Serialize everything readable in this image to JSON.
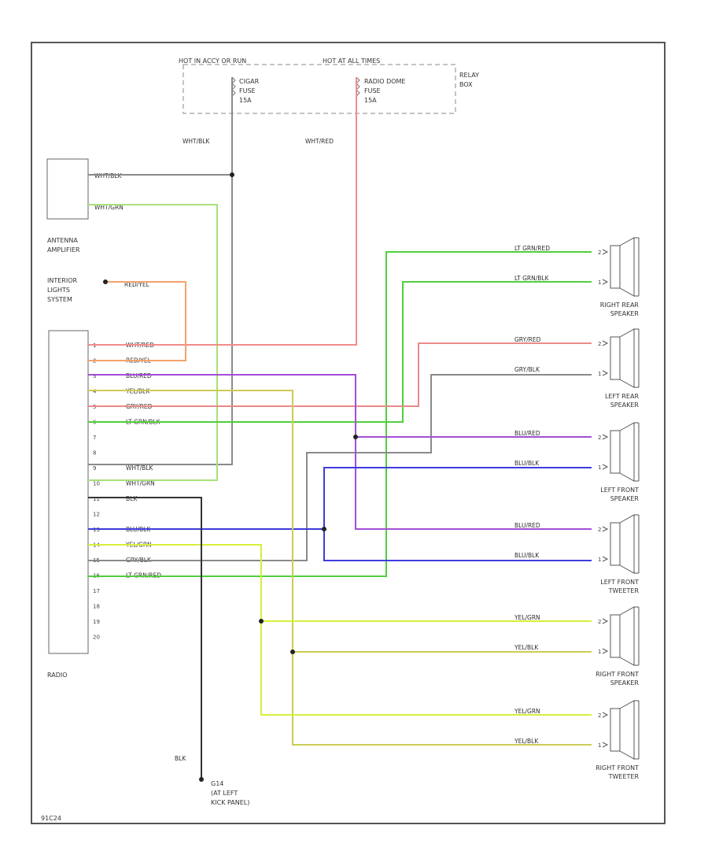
{
  "fuse_box": {
    "left_header": "HOT IN ACCY OR RUN",
    "right_header": "HOT AT ALL TIMES",
    "label_lines": [
      "RELAY",
      "BOX"
    ],
    "fuse_left_lines": [
      "CIGAR",
      "FUSE",
      "15A"
    ],
    "fuse_right_lines": [
      "RADIO DOME",
      "FUSE",
      "15A"
    ],
    "wire_left": "WHT/BLK",
    "wire_right": "WHT/RED"
  },
  "antenna": {
    "label_lines": [
      "ANTENNA",
      "AMPLIFIER"
    ],
    "wire_top": "WHT/BLK",
    "wire_bottom": "WHT/GRN"
  },
  "interior": {
    "label_lines": [
      "INTERIOR",
      "LIGHTS",
      "SYSTEM"
    ],
    "wire": "RED/YEL"
  },
  "radio": {
    "label": "RADIO",
    "pins": [
      {
        "num": "1",
        "wire": "WHT/RED"
      },
      {
        "num": "2",
        "wire": "RED/YEL"
      },
      {
        "num": "3",
        "wire": "BLU/RED"
      },
      {
        "num": "4",
        "wire": "YEL/BLK"
      },
      {
        "num": "5",
        "wire": "GRY/RED"
      },
      {
        "num": "6",
        "wire": "LT GRN/BLK"
      },
      {
        "num": "7",
        "wire": ""
      },
      {
        "num": "8",
        "wire": ""
      },
      {
        "num": "9",
        "wire": "WHT/BLK"
      },
      {
        "num": "10",
        "wire": "WHT/GRN"
      },
      {
        "num": "11",
        "wire": "BLK"
      },
      {
        "num": "12",
        "wire": ""
      },
      {
        "num": "13",
        "wire": "BLU/BLK"
      },
      {
        "num": "14",
        "wire": "YEL/GRN"
      },
      {
        "num": "15",
        "wire": "GRY/BLK"
      },
      {
        "num": "16",
        "wire": "LT GRN/RED"
      },
      {
        "num": "17",
        "wire": ""
      },
      {
        "num": "18",
        "wire": ""
      },
      {
        "num": "19",
        "wire": ""
      },
      {
        "num": "20",
        "wire": ""
      }
    ]
  },
  "speakers": [
    {
      "label_above": [],
      "label_below": [
        "RIGHT REAR",
        "SPEAKER"
      ],
      "wire_top": "LT GRN/RED",
      "wire_bottom": "LT GRN/BLK",
      "pin_top": "2",
      "pin_bottom": "1"
    },
    {
      "label_above": [],
      "label_below": [
        "LEFT REAR",
        "SPEAKER"
      ],
      "wire_top": "GRY/RED",
      "wire_bottom": "GRY/BLK",
      "pin_top": "2",
      "pin_bottom": "1"
    },
    {
      "label_above": [],
      "label_below": [
        "LEFT FRONT",
        "SPEAKER"
      ],
      "wire_top": "BLU/RED",
      "wire_bottom": "BLU/BLK",
      "pin_top": "2",
      "pin_bottom": "1"
    },
    {
      "label_above": [],
      "label_below": [
        "LEFT FRONT",
        "TWEETER"
      ],
      "wire_top": "BLU/RED",
      "wire_bottom": "BLU/BLK",
      "pin_top": "2",
      "pin_bottom": "1"
    },
    {
      "label_above": [],
      "label_below": [
        "RIGHT FRONT",
        "SPEAKER"
      ],
      "wire_top": "YEL/GRN",
      "wire_bottom": "YEL/BLK",
      "pin_top": "2",
      "pin_bottom": "1"
    },
    {
      "label_above": [],
      "label_below": [
        "RIGHT FRONT",
        "TWEETER"
      ],
      "wire_top": "YEL/GRN",
      "wire_bottom": "YEL/BLK",
      "pin_top": "2",
      "pin_bottom": "1"
    }
  ],
  "ground": {
    "wire": "BLK",
    "label_lines": [
      "G14",
      "(AT LEFT",
      "KICK PANEL)"
    ]
  },
  "diagram_id": "91C24",
  "colors": {
    "frame": "#555555",
    "whtblk": "#8a8a8a",
    "whtgrn": "#a8e07a",
    "whtred": "#f28a8a",
    "redyel": "#f4a26b",
    "blured": "#a24fd6",
    "bluwire": "#3c3cdc",
    "yelblk": "#cccc55",
    "yelgrn": "#d8ee3a",
    "gryred": "#e98a8a",
    "gryblk": "#8a8a8a",
    "ltgrn": "#4fcf3a",
    "blk": "#333333"
  }
}
